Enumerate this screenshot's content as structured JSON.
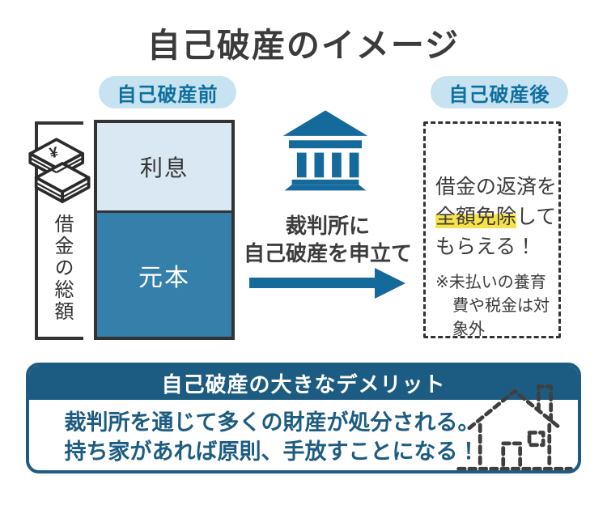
{
  "title": "自己破産のイメージ",
  "colors": {
    "accent_blue": "#156a9c",
    "pill_bg": "#c7e2f0",
    "pill_text": "#0e6f9f",
    "bar_interest_bg": "#d9e8f2",
    "bar_principal_bg": "#3580ab",
    "outline_dark": "#333333",
    "demerit_blue": "#1d5c82",
    "highlight_yellow": "#f8e24a",
    "text_dark": "#3c3c3c"
  },
  "before": {
    "pill_label": "自己破産前",
    "bracket_label": "借金の総額",
    "money_icon": "money-stack-icon",
    "bar": {
      "interest_label": "利息",
      "principal_label": "元本"
    }
  },
  "process": {
    "court_icon": "courthouse-icon",
    "caption_line1": "裁判所に",
    "caption_line2": "自己破産を申立て",
    "arrow_icon": "right-arrow-icon"
  },
  "after": {
    "pill_label": "自己破産後",
    "result_line1": "借金の返済を",
    "result_highlighted": "全額免除",
    "result_line2_rest": "して",
    "result_line3": "もらえる！",
    "note_line1": "※未払いの養育",
    "note_line2": "費や税金は対",
    "note_line3": "象外"
  },
  "demerit": {
    "header": "自己破産の大きなデメリット",
    "body_line1": "裁判所を通じて多くの財産が処分される。",
    "body_line2": "持ち家があれば原則、手放すことになる！",
    "house_icon": "house-icon"
  }
}
